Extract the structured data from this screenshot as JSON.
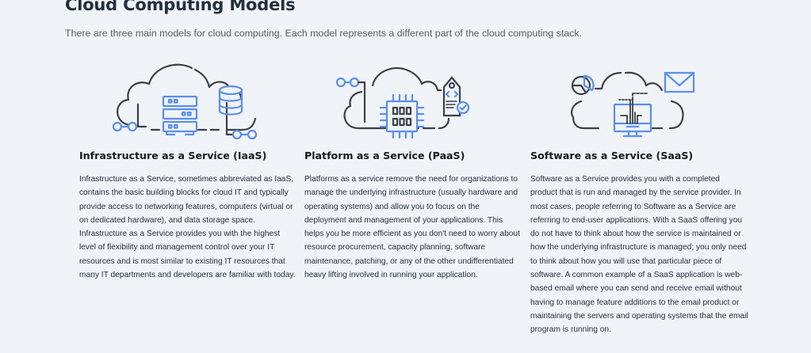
{
  "page": {
    "title": "Cloud Computing Models",
    "intro": "There are three main models for cloud computing. Each model represents a different part of the cloud computing stack."
  },
  "models": [
    {
      "id": "iaas",
      "title": "Infrastructure as a Service (IaaS)",
      "illustration": "cloud-servers-database-icon",
      "body": "Infrastructure as a Service, sometimes abbreviated as IaaS, contains the basic building blocks for cloud IT and typically provide access to networking features, computers (virtual or on dedicated hardware), and data storage space. Infrastructure as a Service provides you with the highest level of flexibility and management control over your IT resources and is most similar to existing IT resources that many IT departments and developers are familiar with today."
    },
    {
      "id": "paas",
      "title": "Platform as a Service (PaaS)",
      "illustration": "cloud-chip-code-tag-icon",
      "body": "Platforms as a service remove the need for organizations to manage the underlying infrastructure (usually hardware and operating systems) and allow you to focus on the deployment and management of your applications. This helps you be more efficient as you don't need to worry about resource procurement, capacity planning, software maintenance, patching, or any of the other undifferentiated heavy lifting involved in running your application."
    },
    {
      "id": "saas",
      "title": "Software as a Service (SaaS)",
      "illustration": "cloud-monitor-email-chart-icon",
      "body": "Software as a Service provides you with a completed product that is run and managed by the service provider. In most cases, people referring to Software as a Service are referring to end-user applications. With a SaaS offering you do not have to think about how the service is maintained or how the underlying infrastructure is managed; you only need to think about how you will use that particular piece of software. A common example of a SaaS application is web-based email where you can send and receive email without having to manage feature additions to the email product or maintaining the servers and operating systems that the email program is running on."
    }
  ],
  "colors": {
    "background": "#f0f4f8",
    "heading": "#232f3e",
    "intro_text": "#545b64",
    "icon_line": "#3b4048",
    "icon_accent": "#5a8ef0"
  }
}
